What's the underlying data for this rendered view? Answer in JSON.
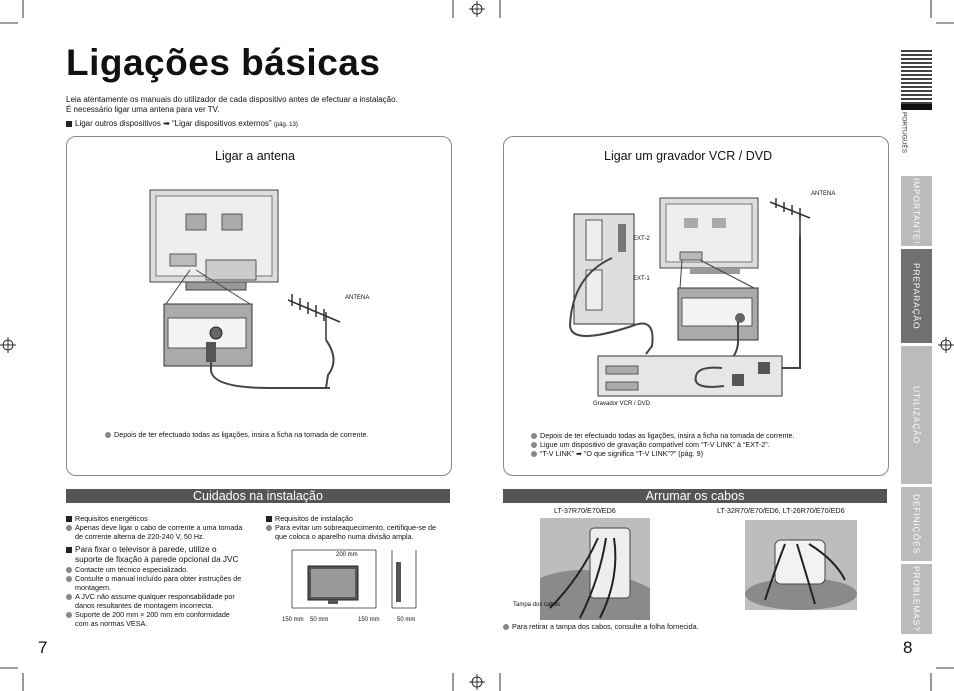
{
  "page": {
    "title": "Ligações básicas",
    "intro_line1": "Leia atentamente os manuais do utilizador de cada dispositivo antes de efectuar a instalação.",
    "intro_line2": "É necessário ligar uma antena para ver TV.",
    "intro_ref_text": "Ligar outros dispositivos",
    "intro_ref_target": "“Ligar dispositivos externos”",
    "intro_ref_page": "(pág. 13)",
    "arrow_glyph": "➡",
    "page_left": "7",
    "page_right": "8"
  },
  "antenna_section": {
    "title": "Ligar a antena",
    "antenna_label": "ANTENA",
    "note": "Depois de ter efectuado todas as ligações, insira a ficha na tomada de corrente."
  },
  "vcr_section": {
    "title": "Ligar um gravador VCR / DVD",
    "antenna_label": "ANTENA",
    "ext2_label": "EXT-2",
    "ext1_label": "EXT-1",
    "recorder_label": "Gravador VCR / DVD",
    "notes": [
      "Depois de ter efectuado todas as ligações, insira a ficha na tomada de corrente.",
      "Ligue um dispositivo de gravação compatível com “T-V LINK” à “EXT-2”.",
      "“T-V LINK” ➡ “O que significa “T-V LINK”?” (pág. 9)"
    ]
  },
  "care_section": {
    "title": "Cuidados na instalação",
    "energy_heading": "Requisitos energéticos",
    "energy_text_1": "Apenas deve ligar o cabo de corrente a uma tomada",
    "energy_text_2": "de corrente alterna de 220-240 V, 50 Hz.",
    "wall_heading_1": "Para fixar o televisor à parede, utilize o",
    "wall_heading_2": "suporte de fixação à parede opcional da JVC",
    "wall_bullets": [
      [
        "Contacte um técnico especializado."
      ],
      [
        "Consulte o manual incluído para obter instruções de",
        "montagem."
      ],
      [
        "A JVC não assume qualquer responsabilidade por",
        "danos resultantes de montagem incorrecta."
      ],
      [
        "Suporte de 200 mm × 200 mm em conformidade",
        "com as normas VESA."
      ]
    ],
    "install_heading": "Requisitos de instalação",
    "install_text_1": "Para evitar um sobreaquecimento, certifique-se de",
    "install_text_2": "que coloca o aparelho numa divisão ampla.",
    "dim_top": "200 mm",
    "dim_bottom_left": "150 mm",
    "dim_bottom_mid": "50 mm",
    "dim_bottom_right1": "150 mm",
    "dim_bottom_right2": "50 mm"
  },
  "cable_section": {
    "title": "Arrumar os cabos",
    "model_left": "LT-37R70/E70/ED6",
    "model_right": "LT-32R70/E70/ED6, LT-26R70/E70/ED6",
    "cover_label": "Tampa dos cabos",
    "note": "Para retirar a tampa dos cabos, consulte a folha fornecida."
  },
  "sidebar": {
    "language": "PORTUGUÊS",
    "tabs": [
      {
        "label": "IMPORTANTE!",
        "active": false
      },
      {
        "label": "PREPARAÇÃO",
        "active": true
      },
      {
        "label": "UTILIZAÇÃO",
        "active": false
      },
      {
        "label": "DEFINIÇÕES",
        "active": false
      },
      {
        "label": "PROBLEMAS?",
        "active": false
      }
    ]
  },
  "colors": {
    "section_bar": "#555555",
    "tab_inactive": "#bbbbbb",
    "tab_active": "#707070"
  }
}
